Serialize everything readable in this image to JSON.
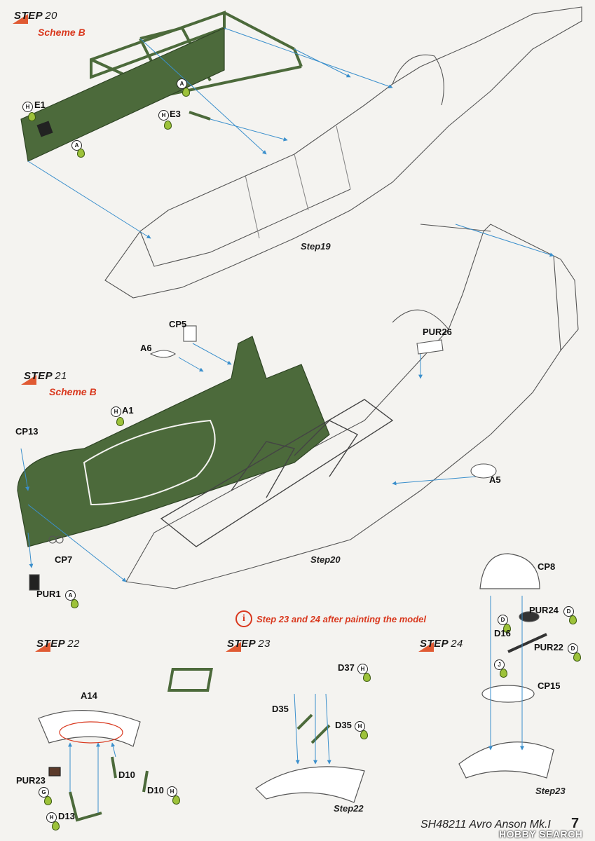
{
  "steps": {
    "s20": {
      "prefix": "STEP",
      "num": "20",
      "scheme": "Scheme B"
    },
    "s21": {
      "prefix": "STEP",
      "num": "21",
      "scheme": "Scheme B"
    },
    "s22": {
      "prefix": "STEP",
      "num": "22"
    },
    "s23": {
      "prefix": "STEP",
      "num": "23"
    },
    "s24": {
      "prefix": "STEP",
      "num": "24"
    }
  },
  "parts": {
    "e1": "E1",
    "e3": "E3",
    "cp5": "CP5",
    "a6": "A6",
    "pur26": "PUR26",
    "a1": "A1",
    "cp13": "CP13",
    "cp7": "CP7",
    "pur1": "PUR1",
    "a5": "A5",
    "a14": "A14",
    "pur23": "PUR23",
    "d10a": "D10",
    "d10b": "D10",
    "d13": "D13",
    "d37": "D37",
    "d35a": "D35",
    "d35b": "D35",
    "cp8": "CP8",
    "pur24": "PUR24",
    "d16": "D16",
    "pur22": "PUR22",
    "cp15": "CP15"
  },
  "refs": {
    "step19": "Step19",
    "step20": "Step20",
    "step22": "Step22",
    "step23": "Step23"
  },
  "badges": {
    "H": "H",
    "A": "A",
    "D": "D",
    "G": "G",
    "J": "J"
  },
  "note": {
    "icon": "i",
    "text": "Step 23 and 24 after painting the model"
  },
  "footer": {
    "code": "SH48211 Avro Anson Mk.I",
    "page": "7"
  },
  "watermark": "HOBBY SEARCH",
  "colors": {
    "accent": "#e05a33",
    "scheme": "#d9381e",
    "olive": "#4c6a3b",
    "arrow": "#3a8fcc",
    "paint": "#9dc23a"
  }
}
